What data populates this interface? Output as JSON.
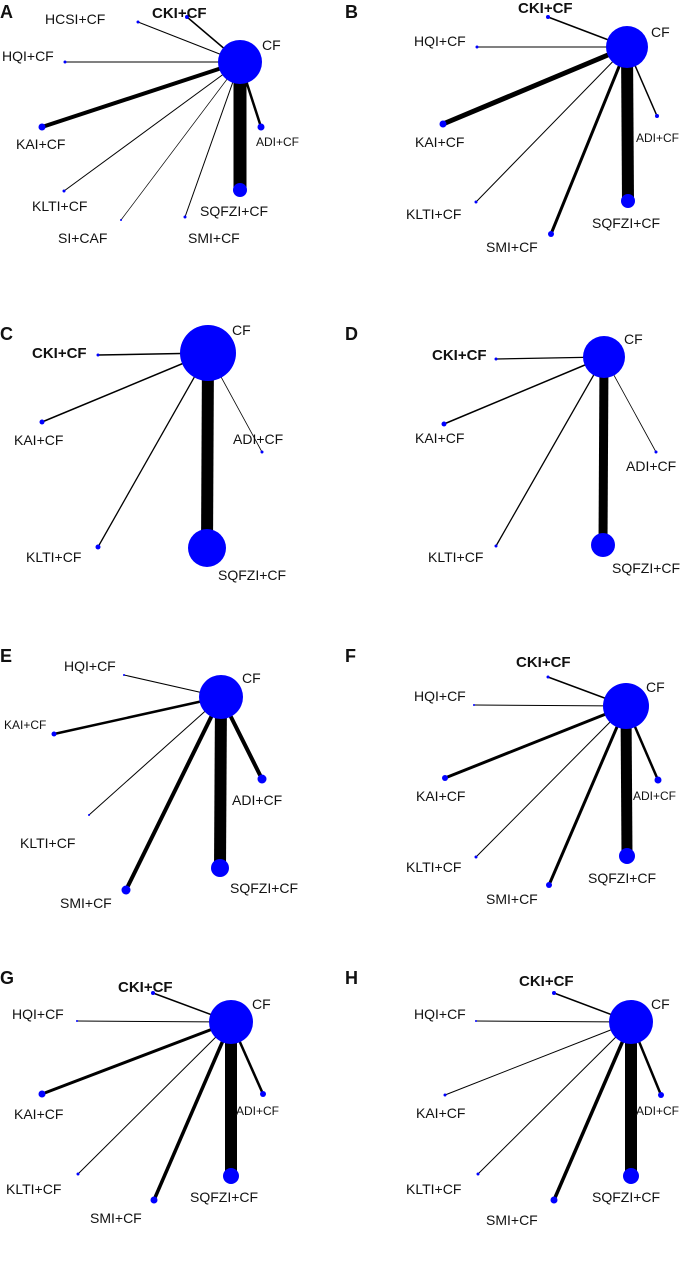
{
  "figure": {
    "node_color": "#0000ff",
    "edge_color": "#000000",
    "panels": [
      {
        "letter": "A",
        "nodes": [
          {
            "id": "CF",
            "label": "CF"
          },
          {
            "id": "HCSI",
            "label": "HCSI+CF"
          },
          {
            "id": "CKI",
            "label": "CKI+CF"
          },
          {
            "id": "HQI",
            "label": "HQI+CF"
          },
          {
            "id": "KAI",
            "label": "KAI+CF"
          },
          {
            "id": "ADI",
            "label": "ADI+CF"
          },
          {
            "id": "KLTI",
            "label": "KLTI+CF"
          },
          {
            "id": "SI",
            "label": "SI+CAF"
          },
          {
            "id": "SMI",
            "label": "SMI+CF"
          },
          {
            "id": "SQFZI",
            "label": "SQFZI+CF"
          }
        ],
        "edges": [
          {
            "from": "CF",
            "to": "HCSI"
          },
          {
            "from": "CF",
            "to": "CKI"
          },
          {
            "from": "CF",
            "to": "HQI"
          },
          {
            "from": "CF",
            "to": "KAI"
          },
          {
            "from": "CF",
            "to": "ADI"
          },
          {
            "from": "CF",
            "to": "KLTI"
          },
          {
            "from": "CF",
            "to": "SI"
          },
          {
            "from": "CF",
            "to": "SMI"
          },
          {
            "from": "CF",
            "to": "SQFZI"
          }
        ]
      },
      {
        "letter": "B",
        "nodes": [
          {
            "id": "CF",
            "label": "CF"
          },
          {
            "id": "CKI",
            "label": "CKI+CF"
          },
          {
            "id": "HQI",
            "label": "HQI+CF"
          },
          {
            "id": "KAI",
            "label": "KAI+CF"
          },
          {
            "id": "ADI",
            "label": "ADI+CF"
          },
          {
            "id": "KLTI",
            "label": "KLTI+CF"
          },
          {
            "id": "SMI",
            "label": "SMI+CF"
          },
          {
            "id": "SQFZI",
            "label": "SQFZI+CF"
          }
        ],
        "edges": [
          {
            "from": "CF",
            "to": "CKI"
          },
          {
            "from": "CF",
            "to": "HQI"
          },
          {
            "from": "CF",
            "to": "KAI"
          },
          {
            "from": "CF",
            "to": "ADI"
          },
          {
            "from": "CF",
            "to": "KLTI"
          },
          {
            "from": "CF",
            "to": "SMI"
          },
          {
            "from": "CF",
            "to": "SQFZI"
          }
        ]
      },
      {
        "letter": "C",
        "nodes": [
          {
            "id": "CF",
            "label": "CF"
          },
          {
            "id": "CKI",
            "label": "CKI+CF"
          },
          {
            "id": "KAI",
            "label": "KAI+CF"
          },
          {
            "id": "ADI",
            "label": "ADI+CF"
          },
          {
            "id": "KLTI",
            "label": "KLTI+CF"
          },
          {
            "id": "SQFZI",
            "label": "SQFZI+CF"
          }
        ],
        "edges": [
          {
            "from": "CF",
            "to": "CKI"
          },
          {
            "from": "CF",
            "to": "KAI"
          },
          {
            "from": "CF",
            "to": "ADI"
          },
          {
            "from": "CF",
            "to": "KLTI"
          },
          {
            "from": "CF",
            "to": "SQFZI"
          }
        ]
      },
      {
        "letter": "D",
        "nodes": [
          {
            "id": "CF",
            "label": "CF"
          },
          {
            "id": "CKI",
            "label": "CKI+CF"
          },
          {
            "id": "KAI",
            "label": "KAI+CF"
          },
          {
            "id": "ADI",
            "label": "ADI+CF"
          },
          {
            "id": "KLTI",
            "label": "KLTI+CF"
          },
          {
            "id": "SQFZI",
            "label": "SQFZI+CF"
          }
        ],
        "edges": [
          {
            "from": "CF",
            "to": "CKI"
          },
          {
            "from": "CF",
            "to": "KAI"
          },
          {
            "from": "CF",
            "to": "ADI"
          },
          {
            "from": "CF",
            "to": "KLTI"
          },
          {
            "from": "CF",
            "to": "SQFZI"
          }
        ]
      },
      {
        "letter": "E",
        "nodes": [
          {
            "id": "CF",
            "label": "CF"
          },
          {
            "id": "HQI",
            "label": "HQI+CF"
          },
          {
            "id": "KAI",
            "label": "KAI+CF"
          },
          {
            "id": "ADI",
            "label": "ADI+CF"
          },
          {
            "id": "KLTI",
            "label": "KLTI+CF"
          },
          {
            "id": "SMI",
            "label": "SMI+CF"
          },
          {
            "id": "SQFZI",
            "label": "SQFZI+CF"
          }
        ],
        "edges": [
          {
            "from": "CF",
            "to": "HQI"
          },
          {
            "from": "CF",
            "to": "KAI"
          },
          {
            "from": "CF",
            "to": "ADI"
          },
          {
            "from": "CF",
            "to": "KLTI"
          },
          {
            "from": "CF",
            "to": "SMI"
          },
          {
            "from": "CF",
            "to": "SQFZI"
          }
        ]
      },
      {
        "letter": "F",
        "nodes": [
          {
            "id": "CF",
            "label": "CF"
          },
          {
            "id": "CKI",
            "label": "CKI+CF"
          },
          {
            "id": "HQI",
            "label": "HQI+CF"
          },
          {
            "id": "KAI",
            "label": "KAI+CF"
          },
          {
            "id": "ADI",
            "label": "ADI+CF"
          },
          {
            "id": "KLTI",
            "label": "KLTI+CF"
          },
          {
            "id": "SMI",
            "label": "SMI+CF"
          },
          {
            "id": "SQFZI",
            "label": "SQFZI+CF"
          }
        ],
        "edges": [
          {
            "from": "CF",
            "to": "CKI"
          },
          {
            "from": "CF",
            "to": "HQI"
          },
          {
            "from": "CF",
            "to": "KAI"
          },
          {
            "from": "CF",
            "to": "ADI"
          },
          {
            "from": "CF",
            "to": "KLTI"
          },
          {
            "from": "CF",
            "to": "SMI"
          },
          {
            "from": "CF",
            "to": "SQFZI"
          }
        ]
      },
      {
        "letter": "G",
        "nodes": [
          {
            "id": "CF",
            "label": "CF"
          },
          {
            "id": "CKI",
            "label": "CKI+CF"
          },
          {
            "id": "HQI",
            "label": "HQI+CF"
          },
          {
            "id": "KAI",
            "label": "KAI+CF"
          },
          {
            "id": "ADI",
            "label": "ADI+CF"
          },
          {
            "id": "KLTI",
            "label": "KLTI+CF"
          },
          {
            "id": "SMI",
            "label": "SMI+CF"
          },
          {
            "id": "SQFZI",
            "label": "SQFZI+CF"
          }
        ],
        "edges": [
          {
            "from": "CF",
            "to": "CKI"
          },
          {
            "from": "CF",
            "to": "HQI"
          },
          {
            "from": "CF",
            "to": "KAI"
          },
          {
            "from": "CF",
            "to": "ADI"
          },
          {
            "from": "CF",
            "to": "KLTI"
          },
          {
            "from": "CF",
            "to": "SMI"
          },
          {
            "from": "CF",
            "to": "SQFZI"
          }
        ]
      },
      {
        "letter": "H",
        "nodes": [
          {
            "id": "CF",
            "label": "CF"
          },
          {
            "id": "CKI",
            "label": "CKI+CF"
          },
          {
            "id": "HQI",
            "label": "HQI+CF"
          },
          {
            "id": "KAI",
            "label": "KAI+CF"
          },
          {
            "id": "ADI",
            "label": "ADI+CF"
          },
          {
            "id": "KLTI",
            "label": "KLTI+CF"
          },
          {
            "id": "SMI",
            "label": "SMI+CF"
          },
          {
            "id": "SQFZI",
            "label": "SQFZI+CF"
          }
        ],
        "edges": [
          {
            "from": "CF",
            "to": "CKI"
          },
          {
            "from": "CF",
            "to": "HQI"
          },
          {
            "from": "CF",
            "to": "KAI"
          },
          {
            "from": "CF",
            "to": "ADI"
          },
          {
            "from": "CF",
            "to": "KLTI"
          },
          {
            "from": "CF",
            "to": "SMI"
          },
          {
            "from": "CF",
            "to": "SQFZI"
          }
        ]
      }
    ]
  }
}
